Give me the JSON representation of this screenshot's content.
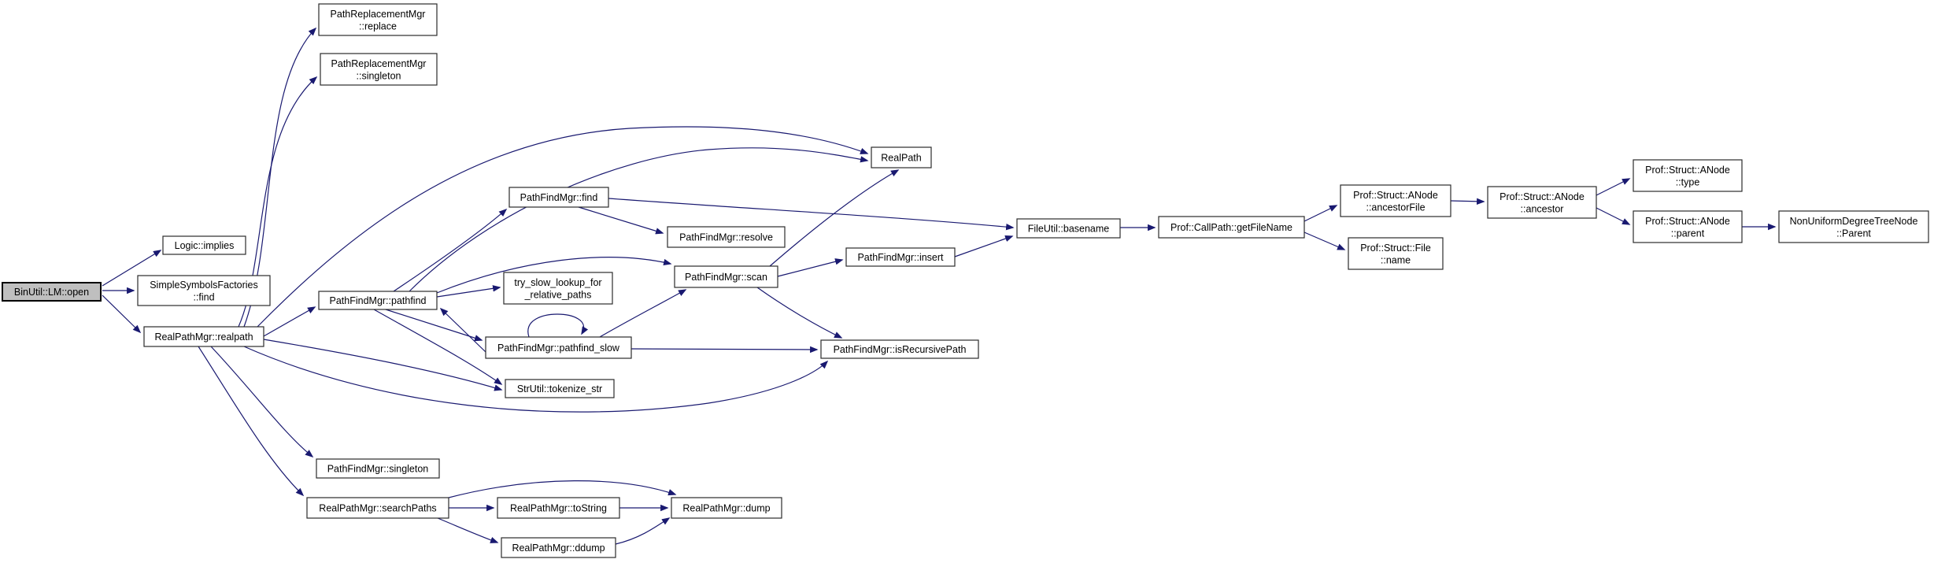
{
  "diagram": {
    "title": "BinUtil::LM::open call graph",
    "colors": {
      "background": "#ffffff",
      "edge": "#191970",
      "node_fill": "#ffffff",
      "node_border": "#2b2b2b",
      "highlight_fill": "#bfbfbf",
      "highlight_border": "#000000",
      "text": "#000000"
    },
    "nodes": [
      {
        "id": "open",
        "highlight": true,
        "lines": [
          "BinUtil::LM::open"
        ]
      },
      {
        "id": "implies",
        "highlight": false,
        "lines": [
          "Logic::implies"
        ]
      },
      {
        "id": "ssf_find",
        "highlight": false,
        "lines": [
          "SimpleSymbolsFactories",
          "::find"
        ]
      },
      {
        "id": "realpath",
        "highlight": false,
        "lines": [
          "RealPathMgr::realpath"
        ]
      },
      {
        "id": "pr_replace",
        "highlight": false,
        "lines": [
          "PathReplacementMgr",
          "::replace"
        ]
      },
      {
        "id": "pr_singleton",
        "highlight": false,
        "lines": [
          "PathReplacementMgr",
          "::singleton"
        ]
      },
      {
        "id": "pathfind",
        "highlight": false,
        "lines": [
          "PathFindMgr::pathfind"
        ]
      },
      {
        "id": "pf_find",
        "highlight": false,
        "lines": [
          "PathFindMgr::find"
        ]
      },
      {
        "id": "pf_resolve",
        "highlight": false,
        "lines": [
          "PathFindMgr::resolve"
        ]
      },
      {
        "id": "realPath",
        "highlight": false,
        "lines": [
          "RealPath"
        ]
      },
      {
        "id": "try_slow",
        "highlight": false,
        "lines": [
          "try_slow_lookup_for",
          "_relative_paths"
        ]
      },
      {
        "id": "pf_scan",
        "highlight": false,
        "lines": [
          "PathFindMgr::scan"
        ]
      },
      {
        "id": "pf_insert",
        "highlight": false,
        "lines": [
          "PathFindMgr::insert"
        ]
      },
      {
        "id": "pf_slow",
        "highlight": false,
        "lines": [
          "PathFindMgr::pathfind_slow"
        ]
      },
      {
        "id": "pf_isrec",
        "highlight": false,
        "lines": [
          "PathFindMgr::isRecursivePath"
        ]
      },
      {
        "id": "tokenize",
        "highlight": false,
        "lines": [
          "StrUtil::tokenize_str"
        ]
      },
      {
        "id": "basename",
        "highlight": false,
        "lines": [
          "FileUtil::basename"
        ]
      },
      {
        "id": "getfilename",
        "highlight": false,
        "lines": [
          "Prof::CallPath::getFileName"
        ]
      },
      {
        "id": "ancestorfile",
        "highlight": false,
        "lines": [
          "Prof::Struct::ANode",
          "::ancestorFile"
        ]
      },
      {
        "id": "file_name",
        "highlight": false,
        "lines": [
          "Prof::Struct::File",
          "::name"
        ]
      },
      {
        "id": "ancestor",
        "highlight": false,
        "lines": [
          "Prof::Struct::ANode",
          "::ancestor"
        ]
      },
      {
        "id": "anode_type",
        "highlight": false,
        "lines": [
          "Prof::Struct::ANode",
          "::type"
        ]
      },
      {
        "id": "anode_parent",
        "highlight": false,
        "lines": [
          "Prof::Struct::ANode",
          "::parent"
        ]
      },
      {
        "id": "nudtn_parent",
        "highlight": false,
        "lines": [
          "NonUniformDegreeTreeNode",
          "::Parent"
        ]
      },
      {
        "id": "pf_singleton",
        "highlight": false,
        "lines": [
          "PathFindMgr::singleton"
        ]
      },
      {
        "id": "searchpaths",
        "highlight": false,
        "lines": [
          "RealPathMgr::searchPaths"
        ]
      },
      {
        "id": "tostring",
        "highlight": false,
        "lines": [
          "RealPathMgr::toString"
        ]
      },
      {
        "id": "dump",
        "highlight": false,
        "lines": [
          "RealPathMgr::dump"
        ]
      },
      {
        "id": "ddump",
        "highlight": false,
        "lines": [
          "RealPathMgr::ddump"
        ]
      }
    ],
    "edges": [
      {
        "from": "open",
        "to": "implies"
      },
      {
        "from": "open",
        "to": "ssf_find"
      },
      {
        "from": "open",
        "to": "realpath"
      },
      {
        "from": "realpath",
        "to": "pr_replace"
      },
      {
        "from": "realpath",
        "to": "pr_singleton"
      },
      {
        "from": "realpath",
        "to": "realPath"
      },
      {
        "from": "realpath",
        "to": "pathfind"
      },
      {
        "from": "realpath",
        "to": "tokenize"
      },
      {
        "from": "realpath",
        "to": "pf_isrec"
      },
      {
        "from": "realpath",
        "to": "pf_singleton"
      },
      {
        "from": "realpath",
        "to": "searchpaths"
      },
      {
        "from": "pathfind",
        "to": "pf_find"
      },
      {
        "from": "pathfind",
        "to": "try_slow"
      },
      {
        "from": "pathfind",
        "to": "pf_scan"
      },
      {
        "from": "pathfind",
        "to": "tokenize"
      },
      {
        "from": "pathfind",
        "to": "pf_slow"
      },
      {
        "from": "pathfind",
        "to": "realPath"
      },
      {
        "from": "pf_find",
        "to": "pf_resolve"
      },
      {
        "from": "pf_find",
        "to": "basename"
      },
      {
        "from": "pf_slow",
        "to": "pathfind"
      },
      {
        "from": "pf_slow",
        "to": "pf_slow"
      },
      {
        "from": "pf_slow",
        "to": "pf_scan"
      },
      {
        "from": "pf_slow",
        "to": "pf_isrec"
      },
      {
        "from": "pf_scan",
        "to": "pf_insert"
      },
      {
        "from": "pf_scan",
        "to": "realPath"
      },
      {
        "from": "pf_scan",
        "to": "pf_isrec"
      },
      {
        "from": "pf_insert",
        "to": "basename"
      },
      {
        "from": "basename",
        "to": "getfilename"
      },
      {
        "from": "getfilename",
        "to": "ancestorfile"
      },
      {
        "from": "getfilename",
        "to": "file_name"
      },
      {
        "from": "ancestorfile",
        "to": "ancestor"
      },
      {
        "from": "ancestor",
        "to": "anode_type"
      },
      {
        "from": "ancestor",
        "to": "anode_parent"
      },
      {
        "from": "anode_parent",
        "to": "nudtn_parent"
      },
      {
        "from": "searchpaths",
        "to": "tostring"
      },
      {
        "from": "searchpaths",
        "to": "dump"
      },
      {
        "from": "searchpaths",
        "to": "ddump"
      },
      {
        "from": "tostring",
        "to": "dump"
      },
      {
        "from": "ddump",
        "to": "dump"
      }
    ]
  }
}
